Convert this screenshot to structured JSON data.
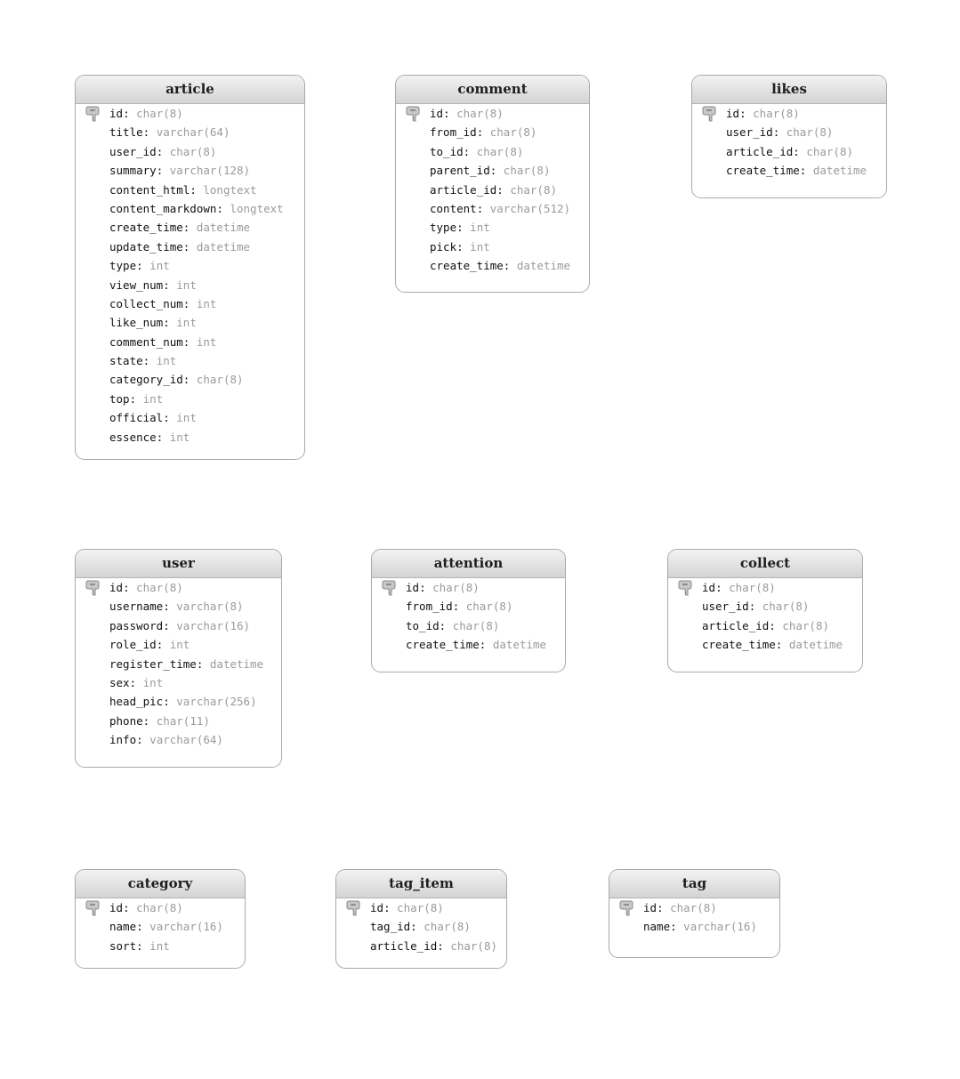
{
  "tables": [
    {
      "id": "article",
      "name": "article",
      "fields": [
        {
          "name": "id",
          "type": "char(8)",
          "primary_key": true
        },
        {
          "name": "title",
          "type": "varchar(64)"
        },
        {
          "name": "user_id",
          "type": "char(8)"
        },
        {
          "name": "summary",
          "type": "varchar(128)"
        },
        {
          "name": "content_html",
          "type": "longtext"
        },
        {
          "name": "content_markdown",
          "type": "longtext"
        },
        {
          "name": "create_time",
          "type": "datetime"
        },
        {
          "name": "update_time",
          "type": "datetime"
        },
        {
          "name": "type",
          "type": "int"
        },
        {
          "name": "view_num",
          "type": "int"
        },
        {
          "name": "collect_num",
          "type": "int"
        },
        {
          "name": "like_num",
          "type": "int"
        },
        {
          "name": "comment_num",
          "type": "int"
        },
        {
          "name": "state",
          "type": "int"
        },
        {
          "name": "category_id",
          "type": "char(8)"
        },
        {
          "name": "top",
          "type": "int"
        },
        {
          "name": "official",
          "type": "int"
        },
        {
          "name": "essence",
          "type": "int"
        }
      ]
    },
    {
      "id": "comment",
      "name": "comment",
      "fields": [
        {
          "name": "id",
          "type": "char(8)",
          "primary_key": true
        },
        {
          "name": "from_id",
          "type": "char(8)"
        },
        {
          "name": "to_id",
          "type": "char(8)"
        },
        {
          "name": "parent_id",
          "type": "char(8)"
        },
        {
          "name": "article_id",
          "type": "char(8)"
        },
        {
          "name": "content",
          "type": "varchar(512)"
        },
        {
          "name": "type",
          "type": "int"
        },
        {
          "name": "pick",
          "type": "int"
        },
        {
          "name": "create_time",
          "type": "datetime"
        }
      ]
    },
    {
      "id": "likes",
      "name": "likes",
      "fields": [
        {
          "name": "id",
          "type": "char(8)",
          "primary_key": true
        },
        {
          "name": "user_id",
          "type": "char(8)"
        },
        {
          "name": "article_id",
          "type": "char(8)"
        },
        {
          "name": "create_time",
          "type": "datetime"
        }
      ]
    },
    {
      "id": "user",
      "name": "user",
      "fields": [
        {
          "name": "id",
          "type": "char(8)",
          "primary_key": true
        },
        {
          "name": "username",
          "type": "varchar(8)"
        },
        {
          "name": "password",
          "type": "varchar(16)"
        },
        {
          "name": "role_id",
          "type": "int"
        },
        {
          "name": "register_time",
          "type": "datetime"
        },
        {
          "name": "sex",
          "type": "int"
        },
        {
          "name": "head_pic",
          "type": "varchar(256)"
        },
        {
          "name": "phone",
          "type": "char(11)"
        },
        {
          "name": "info",
          "type": "varchar(64)"
        }
      ]
    },
    {
      "id": "attention",
      "name": "attention",
      "fields": [
        {
          "name": "id",
          "type": "char(8)",
          "primary_key": true
        },
        {
          "name": "from_id",
          "type": "char(8)"
        },
        {
          "name": "to_id",
          "type": "char(8)"
        },
        {
          "name": "create_time",
          "type": "datetime"
        }
      ]
    },
    {
      "id": "collect",
      "name": "collect",
      "fields": [
        {
          "name": "id",
          "type": "char(8)",
          "primary_key": true
        },
        {
          "name": "user_id",
          "type": "char(8)"
        },
        {
          "name": "article_id",
          "type": "char(8)"
        },
        {
          "name": "create_time",
          "type": "datetime"
        }
      ]
    },
    {
      "id": "category",
      "name": "category",
      "fields": [
        {
          "name": "id",
          "type": "char(8)",
          "primary_key": true
        },
        {
          "name": "name",
          "type": "varchar(16)"
        },
        {
          "name": "sort",
          "type": "int"
        }
      ]
    },
    {
      "id": "tag_item",
      "name": "tag_item",
      "fields": [
        {
          "name": "id",
          "type": "char(8)",
          "primary_key": true
        },
        {
          "name": "tag_id",
          "type": "char(8)"
        },
        {
          "name": "article_id",
          "type": "char(8)"
        }
      ]
    },
    {
      "id": "tag",
      "name": "tag",
      "fields": [
        {
          "name": "id",
          "type": "char(8)",
          "primary_key": true
        },
        {
          "name": "name",
          "type": "varchar(16)"
        }
      ]
    }
  ],
  "icons": {
    "primary_key": "key-icon"
  },
  "colors": {
    "header_top": "#f3f3f3",
    "header_bottom": "#d4d4d4",
    "border": "#a9a9a9",
    "field_name": "#111111",
    "field_type": "#9a9a9a"
  }
}
